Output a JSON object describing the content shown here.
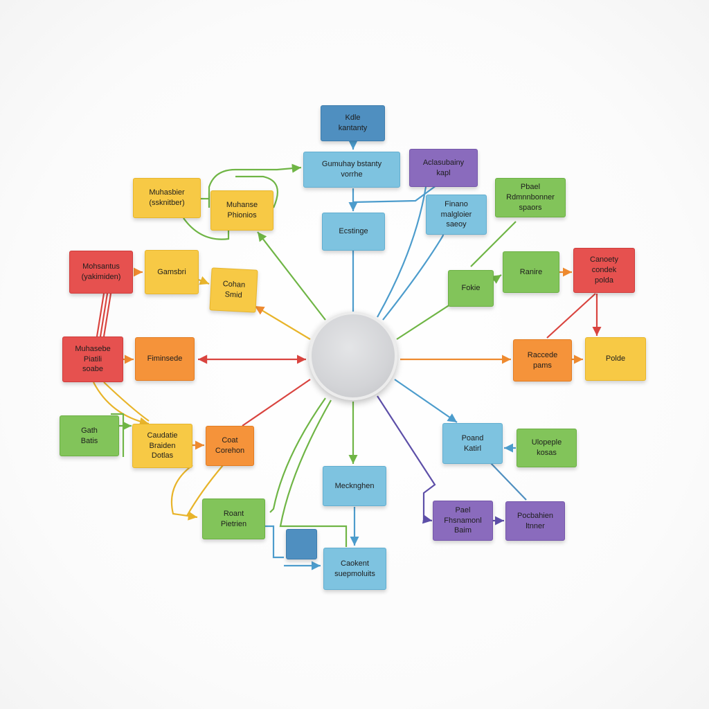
{
  "colors": {
    "blue": "#7ec3e0",
    "dark_blue": "#4f8fc0",
    "purple": "#8a6bbd",
    "green": "#82c45a",
    "yellow": "#f7c945",
    "orange": "#f5933a",
    "red": "#e6514f",
    "hub": "#d3d4d7"
  },
  "nodes": {
    "top_label": "Kdle\nkantanty",
    "top_second": "Gumuhay bstanty\nvorrhe",
    "purple_top": "Aclasubainy\nkapl",
    "top_center": "Ecstinge",
    "finano": "Finano\nmalgloier\nsaeoy",
    "pbael": "Pbael\nRdmnnbonner\nspaors",
    "muhasbier": "Muhasbier\n(ssknitber)",
    "muhanse": "Muhanse\nPhionios",
    "mohsantus": "Mohsantus\n(yakimiden)",
    "gamsbri": "Gamsbri",
    "cohan": "Cohan\nSmid",
    "fokie": "Fokie",
    "ranire": "Ranire",
    "canoety": "Canoety\ncondek\npolda",
    "muhasebe": "Muhasebe\nPiatili\nsoabe",
    "fiminsede": "Fiminsede",
    "raccede": "Raccede\npams",
    "polde": "Polde",
    "gath": "Gath\nBatis",
    "caudatie": "Caudatie\nBraiden\nDotlas",
    "coat": "Coat\nCorehon",
    "poand": "Poand\nKatirl",
    "ulopeple": "Ulopeple\nkosas",
    "mecknghen": "Mecknghen",
    "roant": "Roant\nPietrien",
    "caokent": "Caokent\nsuepmoluits",
    "pael_purple": "Pael\nFhsnamonl\nBaim",
    "pocbahien": "Pocbahien\nltnner"
  }
}
